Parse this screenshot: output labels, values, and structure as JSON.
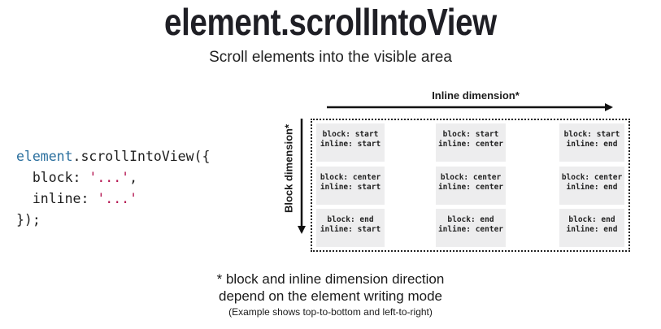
{
  "title": "element.scrollIntoView",
  "subtitle": "Scroll elements into the visible area",
  "code": {
    "obj": "element",
    "method": ".scrollIntoView({",
    "block_key": "  block: ",
    "block_val": "'...'",
    "block_end": ",",
    "inline_key": "  inline: ",
    "inline_val": "'...'",
    "close": "});"
  },
  "diagram": {
    "inline_label": "Inline dimension*",
    "block_label": "Block dimension*",
    "cells": [
      {
        "block": "block: start",
        "inline": "inline: start"
      },
      {
        "block": "block: start",
        "inline": "inline: center"
      },
      {
        "block": "block: start",
        "inline": "inline: end"
      },
      {
        "block": "block: center",
        "inline": "inline: start"
      },
      {
        "block": "block: center",
        "inline": "inline: center"
      },
      {
        "block": "block: center",
        "inline": "inline: end"
      },
      {
        "block": "block: end",
        "inline": "inline: start"
      },
      {
        "block": "block: end",
        "inline": "inline: center"
      },
      {
        "block": "block: end",
        "inline": "inline: end"
      }
    ]
  },
  "footnote": {
    "line1": "* block and inline dimension direction",
    "line2": "depend on the element writing mode",
    "line3": "(Example shows top-to-bottom and left-to-right)"
  }
}
